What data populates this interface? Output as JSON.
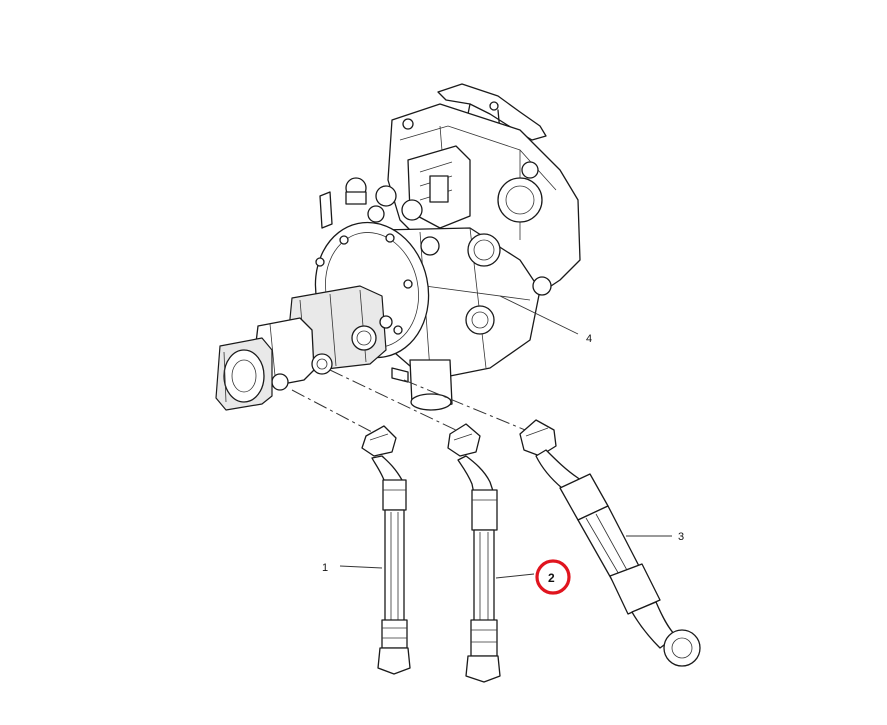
{
  "callouts": {
    "part_1": "1",
    "part_2": "2",
    "part_3": "3",
    "part_4": "4"
  },
  "highlight": {
    "selected_part": "2",
    "ring_color": "#e0141e"
  }
}
